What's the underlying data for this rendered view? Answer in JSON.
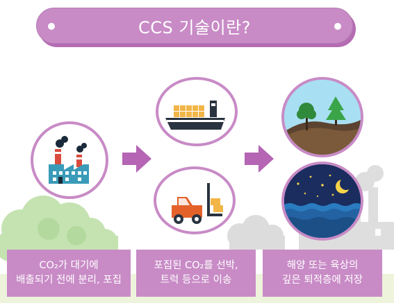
{
  "title": "CCS 기술이란?",
  "captions": [
    {
      "line1": "CO₂가 대기에",
      "line2": "배출되기 전에 분리, 포집"
    },
    {
      "line1": "포집된 CO₂를 선박,",
      "line2": "트럭 등으로 이송"
    },
    {
      "line1": "해양 또는 육상의",
      "line2": "깊은 퇴적층에 저장"
    }
  ],
  "colors": {
    "accent": "#c88bc6",
    "accent_dark": "#b56cb3",
    "arrow": "#b565b3",
    "ground": "#e8f0d2"
  },
  "icons": [
    "factory-icon",
    "cargo-ship-icon",
    "forklift-icon",
    "land-storage-icon",
    "ocean-storage-icon"
  ]
}
